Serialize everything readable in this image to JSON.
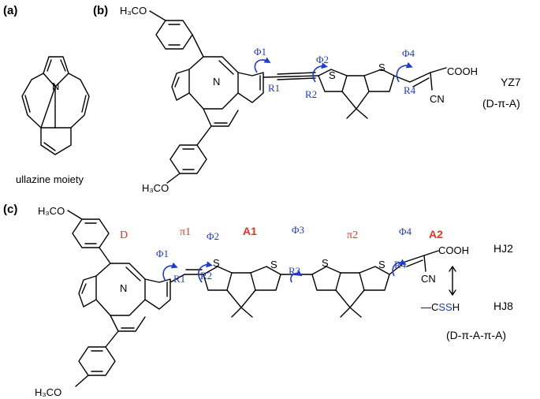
{
  "panels": {
    "a": {
      "label": "(a)",
      "caption": "ullazine moiety",
      "atom_n": "N"
    },
    "b": {
      "label": "(b)",
      "methoxy_top": "H₃CO",
      "methoxy_bottom": "H₃CO",
      "atom_n": "N",
      "s1": "S",
      "s2": "S",
      "cooh": "COOH",
      "cn": "CN",
      "phi1": "Φ1",
      "phi2": "Φ2",
      "phi4": "Φ4",
      "r1": "R1",
      "r2": "R2",
      "r4": "R4",
      "name": "YZ7",
      "type": "(D-π-A)"
    },
    "c": {
      "label": "(c)",
      "methoxy_top": "H₃CO",
      "methoxy_bottom": "H₃CO",
      "atom_n": "N",
      "s1": "S",
      "s2": "S",
      "s3": "S",
      "s4": "S",
      "cooh": "COOH",
      "cn": "CN",
      "d": "D",
      "pi1": "π1",
      "a1": "A1",
      "pi2": "π2",
      "a2": "A2",
      "phi1": "Φ1",
      "phi2": "Φ2",
      "phi3": "Φ3",
      "phi4": "Φ4",
      "r1": "R1",
      "r2": "R2",
      "r3": "R3",
      "r4": "R4",
      "name_hj2": "HJ2",
      "name_hj8": "HJ8",
      "css_prefix": "—C",
      "css_ss": "SS",
      "css_h": "H",
      "type": "(D-π-A-π-A)"
    }
  },
  "colors": {
    "blue": "#1f3ad6",
    "red": "#e8322a",
    "black": "#000000"
  }
}
